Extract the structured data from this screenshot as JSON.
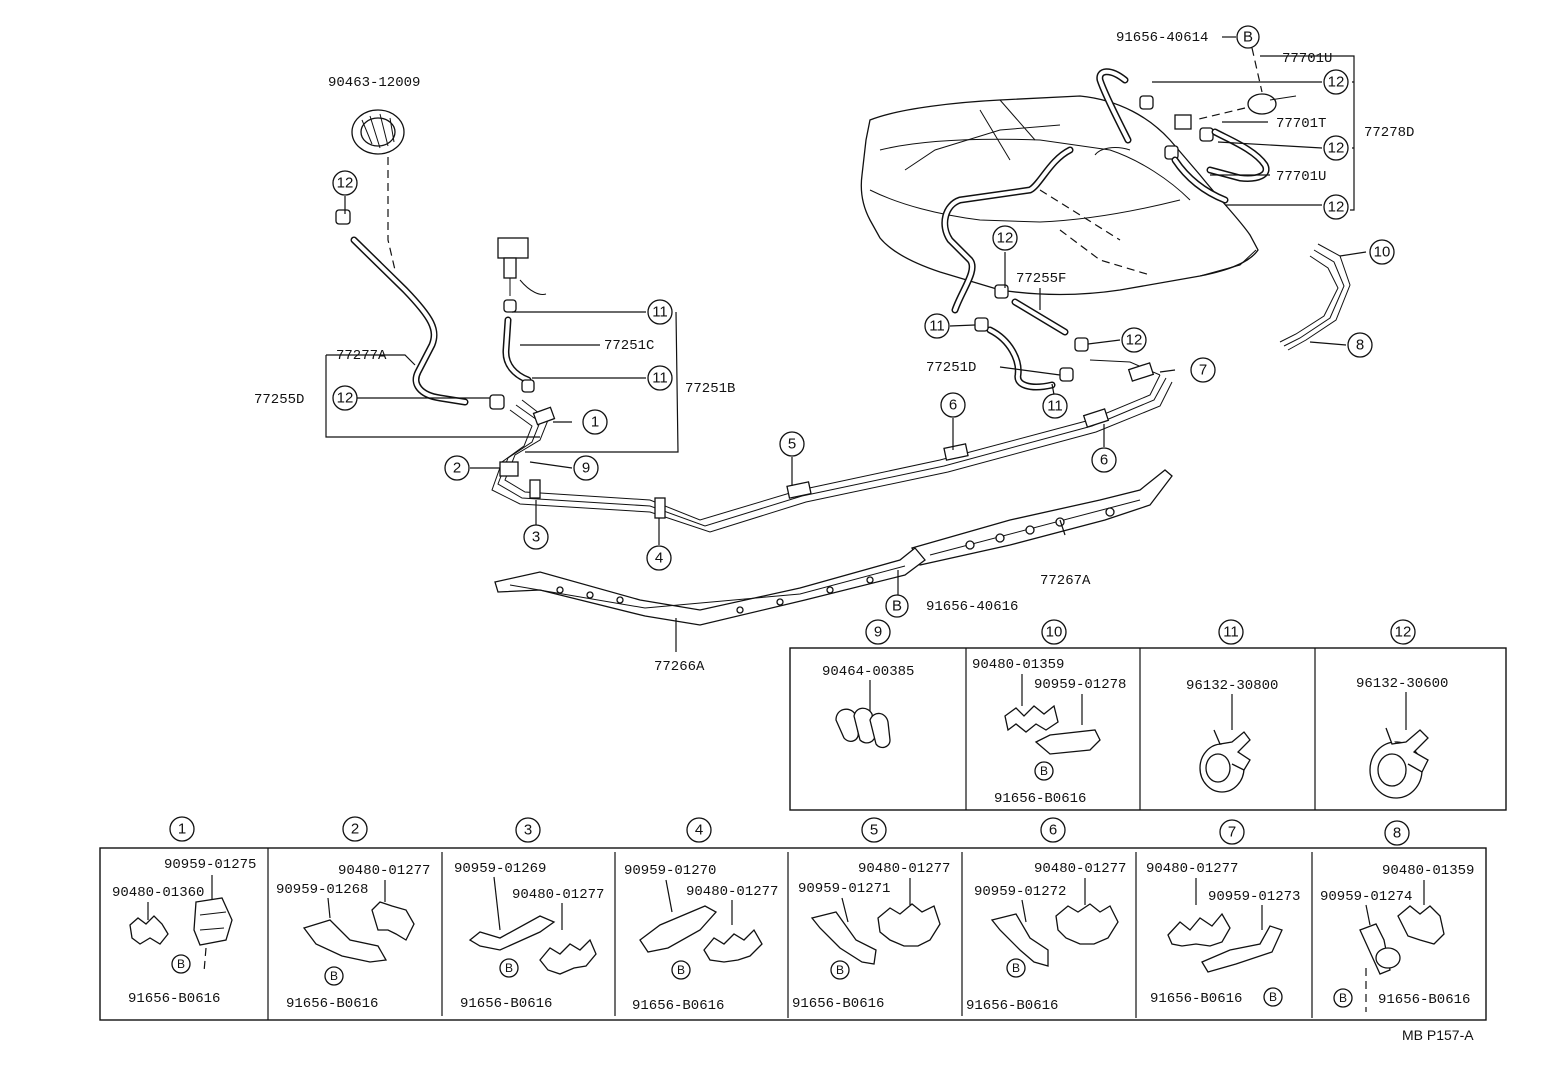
{
  "main_parts": {
    "p90463": "90463-12009",
    "p77277A": "77277A",
    "p77255D": "77255D",
    "p77251C": "77251C",
    "p77251B": "77251B",
    "p77251D": "77251D",
    "p77255F": "77255F",
    "p77267A": "77267A",
    "p77266A": "77266A",
    "p91656_40616": "91656-40616",
    "p91656_40614": "91656-40614",
    "p77701U_top": "77701U",
    "p77701T": "77701T",
    "p77278D": "77278D",
    "p77701U_bot": "77701U"
  },
  "circled": {
    "n1": "1",
    "n2": "2",
    "n3": "3",
    "n4": "4",
    "n5": "5",
    "n6": "6",
    "n7": "7",
    "n8": "8",
    "n9": "9",
    "n10": "10",
    "n11": "11",
    "n12": "12",
    "B": "B"
  },
  "upper_boxes": [
    {
      "num": "9",
      "parts": [
        "90464-00385"
      ]
    },
    {
      "num": "10",
      "parts": [
        "90480-01359",
        "90959-01278",
        "91656-B0616"
      ]
    },
    {
      "num": "11",
      "parts": [
        "96132-30800"
      ]
    },
    {
      "num": "12",
      "parts": [
        "96132-30600"
      ]
    }
  ],
  "lower_boxes": [
    {
      "num": "1",
      "parts": [
        "90959-01275",
        "90480-01360",
        "91656-B0616"
      ]
    },
    {
      "num": "2",
      "parts": [
        "90480-01277",
        "90959-01268",
        "91656-B0616"
      ]
    },
    {
      "num": "3",
      "parts": [
        "90959-01269",
        "90480-01277",
        "91656-B0616"
      ]
    },
    {
      "num": "4",
      "parts": [
        "90959-01270",
        "90480-01277",
        "91656-B0616"
      ]
    },
    {
      "num": "5",
      "parts": [
        "90480-01277",
        "90959-01271",
        "91656-B0616"
      ]
    },
    {
      "num": "6",
      "parts": [
        "90480-01277",
        "90959-01272",
        "91656-B0616"
      ]
    },
    {
      "num": "7",
      "parts": [
        "90480-01277",
        "90959-01273",
        "91656-B0616"
      ]
    },
    {
      "num": "8",
      "parts": [
        "90480-01359",
        "90959-01274",
        "91656-B0616"
      ]
    }
  ],
  "footer_code": "MB P157-A"
}
